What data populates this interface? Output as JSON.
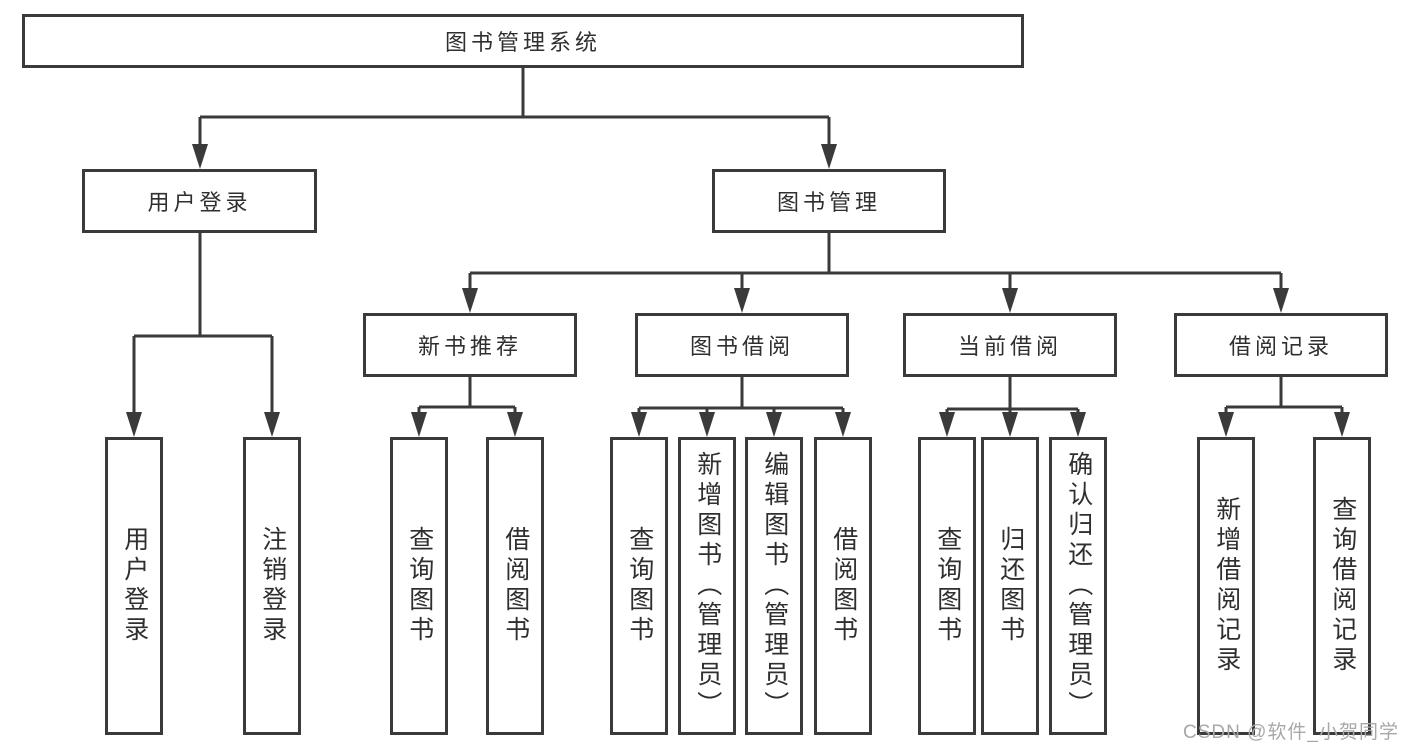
{
  "diagram": {
    "root": {
      "label": "图书管理系统"
    },
    "branches": [
      {
        "label": "用户登录",
        "children": [
          {
            "label": "用户登录"
          },
          {
            "label": "注销登录"
          }
        ]
      },
      {
        "label": "图书管理",
        "children": [
          {
            "label": "新书推荐",
            "children": [
              {
                "label": "查询图书"
              },
              {
                "label": "借阅图书"
              }
            ]
          },
          {
            "label": "图书借阅",
            "children": [
              {
                "label": "查询图书"
              },
              {
                "label": "新增图书（管理员）"
              },
              {
                "label": "编辑图书（管理员）"
              },
              {
                "label": "借阅图书"
              }
            ]
          },
          {
            "label": "当前借阅",
            "children": [
              {
                "label": "查询图书"
              },
              {
                "label": "归还图书"
              },
              {
                "label": "确认归还（管理员）"
              }
            ]
          },
          {
            "label": "借阅记录",
            "children": [
              {
                "label": "新增借阅记录"
              },
              {
                "label": "查询借阅记录"
              }
            ]
          }
        ]
      }
    ]
  },
  "watermark": {
    "text": "CSDN @软件_小贺同学"
  },
  "colors": {
    "line": "#3a3a3a",
    "text": "#2f2f2f",
    "background": "#ffffff",
    "watermark": "#a8a8a8"
  }
}
